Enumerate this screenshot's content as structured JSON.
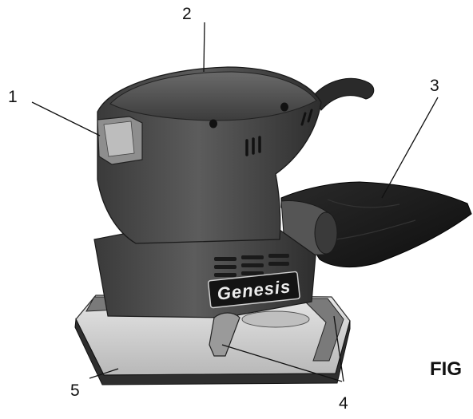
{
  "figure": {
    "label": "FIG",
    "callouts": [
      {
        "number": "1"
      },
      {
        "number": "2"
      },
      {
        "number": "3"
      },
      {
        "number": "4"
      },
      {
        "number": "5"
      }
    ]
  },
  "product": {
    "brand_logo": "Genesis"
  },
  "colors": {
    "body": "#4a4a4a",
    "body_dark": "#2c2c2c",
    "dust_bag": "#1c1c1c",
    "base_plate": "#d4d4d4",
    "ink": "#111111"
  }
}
